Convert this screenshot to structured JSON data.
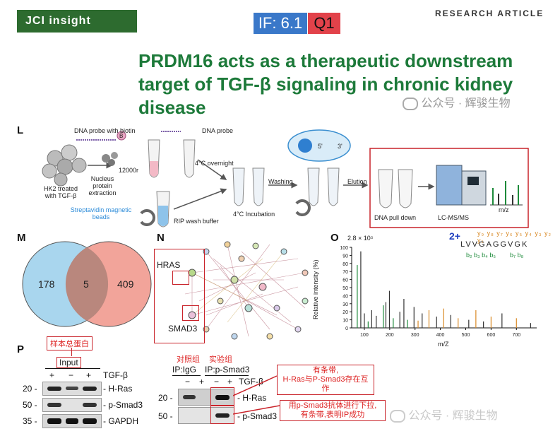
{
  "header": {
    "logo": "JCI insight",
    "if_label": "IF: 6.1",
    "quartile": "Q1",
    "article_type": "RESEARCH ARTICLE",
    "title": "PRDM16 acts as a therapeutic downstream target of TGF-β signaling in chronic kidney disease",
    "watermark": "公众号 · 辉骏生物"
  },
  "panel_L": {
    "label": "L",
    "dna_probe_biotin": "DNA probe with biotin",
    "dna_probe": "DNA probe",
    "speed": "12000r",
    "overnight": "4°C overnight",
    "hk2": "HK2 treated with TGF-β",
    "nucleus": "Nucleus protein extraction",
    "strep": "Streptavidin magnetic beads",
    "rip": "RIP wash buffer",
    "incubation": "4°C Incubation",
    "washing": "Washing",
    "elution": "Elution",
    "pulldown": "DNA pull down",
    "lcms": "LC-MS/MS",
    "mz": "m/z",
    "biotin_mark": "B",
    "five_prime": "5'",
    "three_prime": "3'"
  },
  "panel_M": {
    "label": "M",
    "left": "178",
    "overlap": "5",
    "right": "409"
  },
  "panel_N": {
    "label": "N",
    "hras": "HRAS",
    "smad3": "SMAD3"
  },
  "panel_O": {
    "label": "O",
    "scale": "2.8 × 10⁵",
    "charge": "2+",
    "ylabel": "Relative intensity (%)",
    "xlabel": "m/Z",
    "peptide": [
      "L",
      "V",
      "V",
      "G",
      "A",
      "G",
      "G",
      "V",
      "G",
      "K"
    ],
    "y_ions": "y₉ y₈ y₇ y₆ y₅ y₄ y₃ y₂ y₁",
    "b_ions": "b₂ b₃ b₄ b₅",
    "b_ions2": "b₇ b₈"
  },
  "chart_data": {
    "type": "bar",
    "x_ticks": [
      "100",
      "200",
      "300",
      "400",
      "500",
      "600",
      "700"
    ],
    "y_ticks": [
      "0",
      "10",
      "20",
      "30",
      "40",
      "50",
      "60",
      "70",
      "80",
      "90",
      "100"
    ],
    "xlim": [
      50,
      780
    ],
    "ylim": [
      0,
      100
    ],
    "peaks": [
      {
        "x": 72,
        "y": 78
      },
      {
        "x": 86,
        "y": 95
      },
      {
        "x": 100,
        "y": 18
      },
      {
        "x": 115,
        "y": 8
      },
      {
        "x": 129,
        "y": 22
      },
      {
        "x": 147,
        "y": 15
      },
      {
        "x": 175,
        "y": 28
      },
      {
        "x": 185,
        "y": 32
      },
      {
        "x": 199,
        "y": 46
      },
      {
        "x": 214,
        "y": 12
      },
      {
        "x": 240,
        "y": 20
      },
      {
        "x": 256,
        "y": 36
      },
      {
        "x": 270,
        "y": 10
      },
      {
        "x": 296,
        "y": 26
      },
      {
        "x": 312,
        "y": 9
      },
      {
        "x": 328,
        "y": 18
      },
      {
        "x": 355,
        "y": 22
      },
      {
        "x": 385,
        "y": 14
      },
      {
        "x": 413,
        "y": 24
      },
      {
        "x": 441,
        "y": 16
      },
      {
        "x": 470,
        "y": 12
      },
      {
        "x": 512,
        "y": 10
      },
      {
        "x": 540,
        "y": 22
      },
      {
        "x": 570,
        "y": 8
      },
      {
        "x": 600,
        "y": 14
      },
      {
        "x": 643,
        "y": 18
      },
      {
        "x": 700,
        "y": 12
      },
      {
        "x": 756,
        "y": 6
      }
    ]
  },
  "panel_P": {
    "label": "P",
    "cn_total": "样本总蛋白",
    "input": "Input",
    "tgf": "TGF-β",
    "signs": [
      "+",
      "−",
      "+"
    ],
    "rows": [
      {
        "mw": "20 -",
        "name": "- H-Ras"
      },
      {
        "mw": "50 -",
        "name": "- p-Smad3"
      },
      {
        "mw": "35 -",
        "name": "- GAPDH"
      }
    ]
  },
  "panel_IP": {
    "cn_control": "对照组",
    "cn_exp": "实验组",
    "ip_igg": "IP:IgG",
    "ip_smad": "IP:p-Smad3",
    "tgf": "TGF-β",
    "signs": [
      "−",
      "+",
      "−",
      "+"
    ],
    "rows": [
      {
        "mw": "20 -",
        "name": "- H-Ras"
      },
      {
        "mw": "50 -",
        "name": "- p-Smad3"
      }
    ],
    "note1_l1": "有条带,",
    "note1_l2": "H-Ras与P-Smad3存在互作",
    "note2_l1": "用p-Smad3抗体进行下拉,",
    "note2_l2": "有条带,表明IP成功",
    "watermark2": "公众号 · 辉骏生物"
  }
}
